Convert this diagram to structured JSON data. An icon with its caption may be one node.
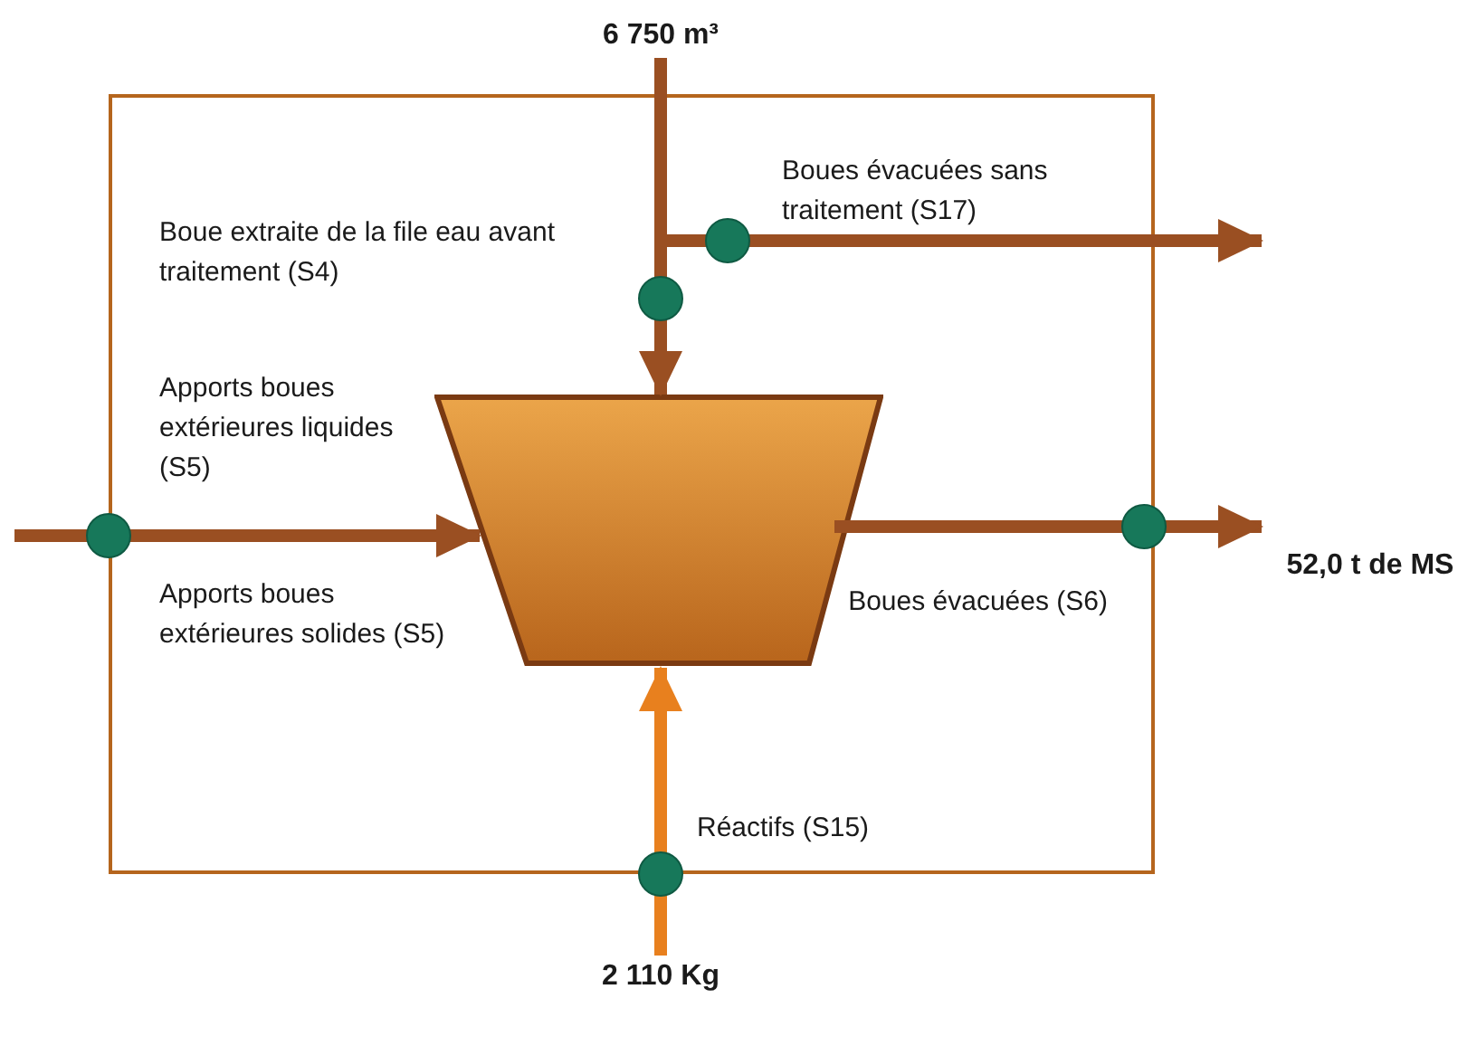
{
  "diagram": {
    "nodes": [
      {
        "text": [],
        "shape": "box"
      },
      {
        "text": [],
        "shape": "trapezoid",
        "in": 0
      },
      {
        "text": [
          "6 750 m³"
        ]
      },
      {
        "text": [
          "52,0 t de MS"
        ]
      },
      {
        "text": [
          "2 110 Kg"
        ]
      }
    ],
    "edges": [
      {
        "from": 2,
        "to": 1,
        "arrow": "to"
      },
      {
        "from": 2,
        "to": null,
        "arrow": "to"
      },
      {
        "from": null,
        "to": 1,
        "arrow": "to"
      },
      {
        "from": 1,
        "to": 3,
        "arrow": "to"
      },
      {
        "from": 4,
        "to": 1,
        "arrow": "to",
        "color": "#e8801e"
      }
    ],
    "labels": [
      "Boues évacuées sans traitement (S17)",
      "Boue extraite de la file eau avant traitement (S4)",
      "Apports boues extérieures liquides (S5)",
      "Apports boues extérieures solides (S5)",
      "Boues évacuées (S6)",
      "Réactifs (S15)"
    ]
  }
}
